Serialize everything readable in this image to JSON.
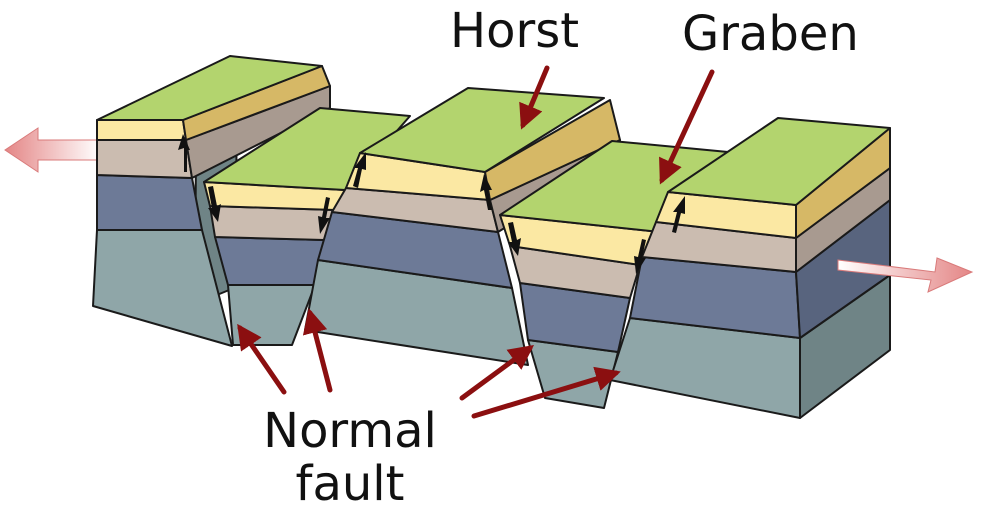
{
  "labels": {
    "horst": "Horst",
    "graben": "Graben",
    "normal_fault_line1": "Normal",
    "normal_fault_line2": "fault"
  },
  "colors": {
    "surface": "#b3d46e",
    "layer_yellow": "#fbe8a3",
    "layer_yellow_side": "#d6b866",
    "layer_tan": "#cbbcb0",
    "layer_tan_side": "#a89a90",
    "layer_slate": "#6d7a97",
    "layer_slate_side": "#58647e",
    "layer_teal": "#8fa6a8",
    "layer_teal_side": "#6f8486",
    "extension_arrow": "#e89a9a",
    "pointer_arrow": "#8b0f10"
  },
  "icons": {
    "extension_left": "extension-arrow-left-icon",
    "extension_right": "extension-arrow-right-icon",
    "motion_up": "up-arrow-icon",
    "motion_down": "down-arrow-icon"
  }
}
